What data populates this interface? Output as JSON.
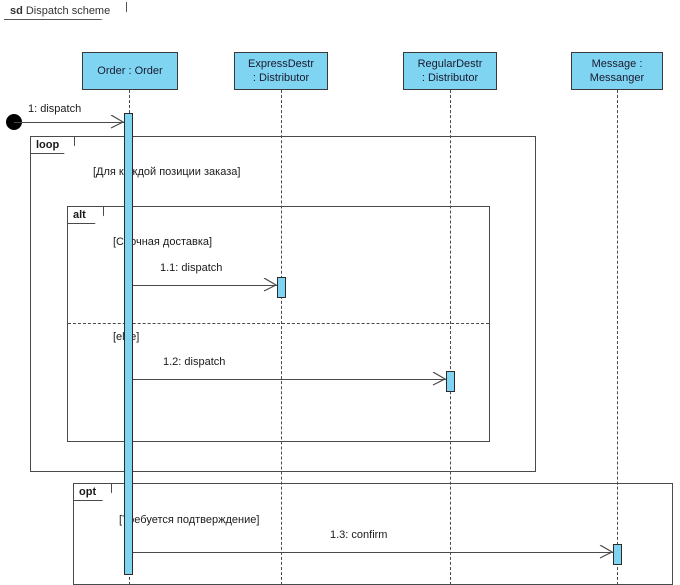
{
  "diagram": {
    "keyword": "sd",
    "title": "Dispatch scheme"
  },
  "lifelines": [
    {
      "id": "order",
      "line1": "Order : Order",
      "line2": ""
    },
    {
      "id": "express",
      "line1": "ExpressDestr",
      "line2": ": Distributor"
    },
    {
      "id": "regular",
      "line1": "RegularDestr",
      "line2": ": Distributor"
    },
    {
      "id": "messenger",
      "line1": "Message :",
      "line2": "Messanger"
    }
  ],
  "fragments": [
    {
      "id": "loop",
      "label": "loop",
      "guard": "[Для каждой позиции заказа]"
    },
    {
      "id": "alt",
      "label": "alt",
      "guard": "[Срочная доставка]",
      "else_guard": "[else]"
    },
    {
      "id": "opt",
      "label": "opt",
      "guard": "[Требуется подтверждение]"
    }
  ],
  "messages": [
    {
      "id": "m0",
      "label": "1: dispatch",
      "from": "found",
      "to": "order"
    },
    {
      "id": "m1",
      "label": "1.1: dispatch",
      "from": "order",
      "to": "express"
    },
    {
      "id": "m2",
      "label": "1.2: dispatch",
      "from": "order",
      "to": "regular"
    },
    {
      "id": "m3",
      "label": "1.3: confirm",
      "from": "order",
      "to": "messenger"
    }
  ],
  "colors": {
    "lifeline_fill": "#7fd4f2",
    "stroke": "#4a4a4a",
    "text": "#1a1a1a",
    "start_dot": "#000000"
  }
}
